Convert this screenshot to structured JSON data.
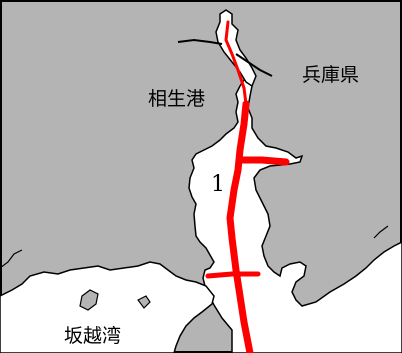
{
  "map": {
    "labels": {
      "prefecture": "兵庫県",
      "port": "相生港",
      "bay": "坂越湾",
      "route_number": "1"
    },
    "colors": {
      "land": "#b4b4b4",
      "water": "#ffffff",
      "route": "#ff0000",
      "outline": "#000000",
      "frame": "#000000"
    }
  }
}
